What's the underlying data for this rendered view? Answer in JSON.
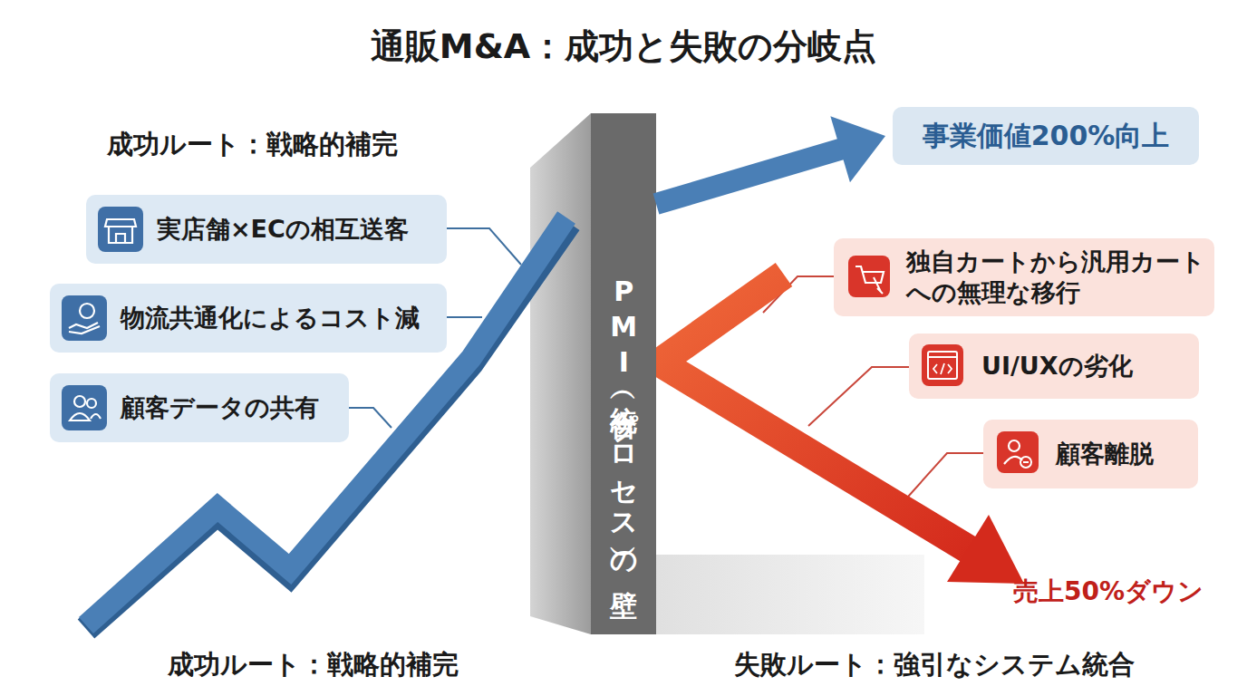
{
  "diagram": {
    "title": "通販M&A：成功と失敗の分岐点",
    "nodes": [
      {
        "text": [
          "実店舗×ECの相互送客"
        ]
      },
      {
        "text": [
          "物流共通化によるコスト減"
        ]
      },
      {
        "text": [
          "顧客データの共有"
        ]
      },
      {
        "text": [
          "PMI（統合プロセス）の壁"
        ]
      },
      {
        "text": [
          "事業価値200%向上"
        ]
      },
      {
        "text": [
          "独自カートから汎用カートへの無理な移行"
        ]
      },
      {
        "text": [
          "UI/UXの劣化"
        ]
      },
      {
        "text": [
          "顧客離脱"
        ]
      }
    ],
    "edges": [
      {
        "from": 3,
        "to": 4,
        "arrow": "to"
      }
    ],
    "labels": [
      "成功ルート：戦略的補完",
      "売上50%ダウン",
      "成功ルート：戦略的補完",
      "失敗ルート：強引なシステム統合"
    ]
  }
}
